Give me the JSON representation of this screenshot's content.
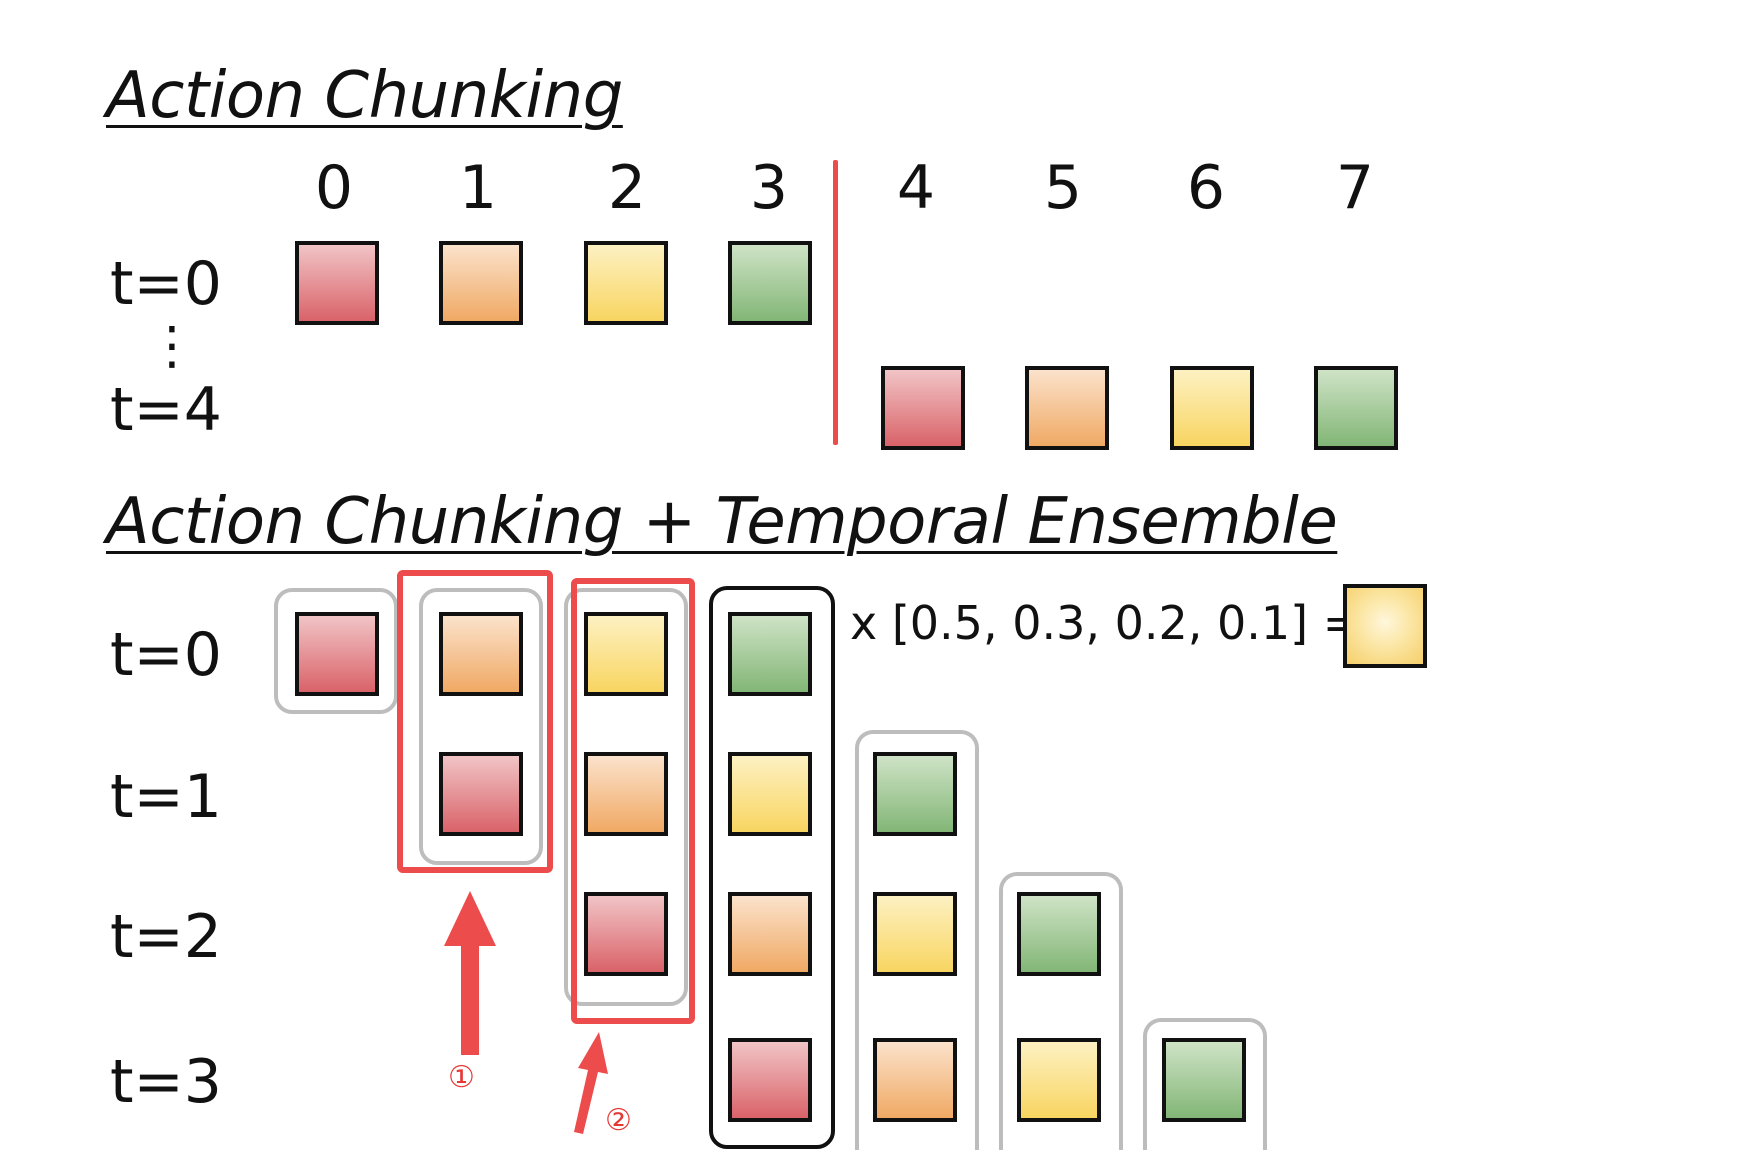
{
  "headings": {
    "top": "Action Chunking",
    "bottom": "Action Chunking + Temporal Ensemble"
  },
  "columns": [
    "0",
    "1",
    "2",
    "3",
    "4",
    "5",
    "6",
    "7"
  ],
  "top_rows": [
    "t=0",
    "⋮",
    "t=4"
  ],
  "bottom_rows": [
    "t=0",
    "t=1",
    "t=2",
    "t=3"
  ],
  "formula": "x [0.5, 0.3, 0.2, 0.1] =",
  "annotations": [
    "①",
    "②"
  ],
  "colors": {
    "red": "#d96369",
    "orange": "#f0a964",
    "yellow": "#f8d561",
    "green": "#82b676",
    "divider": "#ec4c4c",
    "highlight": "#ec4c4c",
    "group_outline": "#bdbdbd"
  }
}
